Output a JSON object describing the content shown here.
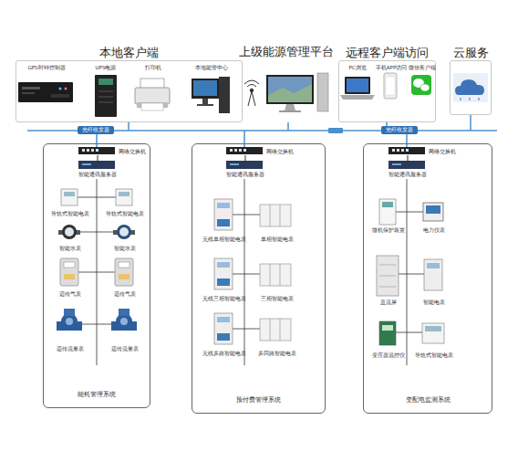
{
  "diagram": {
    "nodes": [
      {
        "text": [
          "本地客户端"
        ]
      },
      {
        "text": [
          "GPS时钟控制器"
        ],
        "in": 0
      },
      {
        "text": [
          "UPS电源"
        ],
        "in": 0
      },
      {
        "text": [
          "打印机"
        ],
        "in": 0
      },
      {
        "text": [
          "本地能管中心"
        ],
        "in": 0
      },
      {
        "text": [
          "上级能源管理平台"
        ]
      },
      {
        "text": [
          "远程客户端访问"
        ]
      },
      {
        "text": [
          "PC浏览"
        ],
        "in": 6
      },
      {
        "text": [
          "手机APP访问"
        ],
        "in": 6
      },
      {
        "text": [
          "微信客户端"
        ],
        "in": 6
      },
      {
        "text": [
          "云服务"
        ]
      },
      {
        "text": [
          "光纤收发器"
        ]
      },
      {
        "text": [
          "光纤收发器"
        ]
      },
      {
        "text": [
          "能耗管理系统"
        ]
      },
      {
        "text": [
          "网络交换机"
        ],
        "in": 13
      },
      {
        "text": [
          "智能通讯服务器"
        ],
        "in": 13
      },
      {
        "text": [
          "导轨式智能电表"
        ],
        "in": 13
      },
      {
        "text": [
          "导轨式智能电表"
        ],
        "in": 13
      },
      {
        "text": [
          "智能水表"
        ],
        "in": 13
      },
      {
        "text": [
          "智能水表"
        ],
        "in": 13
      },
      {
        "text": [
          "远传气表"
        ],
        "in": 13
      },
      {
        "text": [
          "远传气表"
        ],
        "in": 13
      },
      {
        "text": [
          "远传流量表"
        ],
        "in": 13
      },
      {
        "text": [
          "远传流量表"
        ],
        "in": 13
      },
      {
        "text": [
          "预付费管理系统"
        ]
      },
      {
        "text": [
          "网络交换机"
        ],
        "in": 24
      },
      {
        "text": [
          "智能通讯服务器"
        ],
        "in": 24
      },
      {
        "text": [
          "无线单相智能电表"
        ],
        "in": 24
      },
      {
        "text": [
          "单相智能电表"
        ],
        "in": 24
      },
      {
        "text": [
          "无线三相智能电表"
        ],
        "in": 24
      },
      {
        "text": [
          "三相智能电表"
        ],
        "in": 24
      },
      {
        "text": [
          "无线多路智能电表"
        ],
        "in": 24
      },
      {
        "text": [
          "多回路智能电表"
        ],
        "in": 24
      },
      {
        "text": [
          "变配电监测系统"
        ]
      },
      {
        "text": [
          "网络交换机"
        ],
        "in": 33
      },
      {
        "text": [
          "智能通讯服务器"
        ],
        "in": 33
      },
      {
        "text": [
          "微机保护装置"
        ],
        "in": 33
      },
      {
        "text": [
          "电力仪表"
        ],
        "in": 33
      },
      {
        "text": [
          "直流屏"
        ],
        "in": 33
      },
      {
        "text": [
          "智能电表"
        ],
        "in": 33
      },
      {
        "text": [
          "变压器温控仪"
        ],
        "in": 33
      },
      {
        "text": [
          "导轨式智能电表"
        ],
        "in": 33
      }
    ],
    "edges": [
      {
        "from": 14,
        "to": 15,
        "arrow": "none"
      },
      {
        "from": 25,
        "to": 26,
        "arrow": "none"
      },
      {
        "from": 34,
        "to": 35,
        "arrow": "none"
      }
    ]
  }
}
